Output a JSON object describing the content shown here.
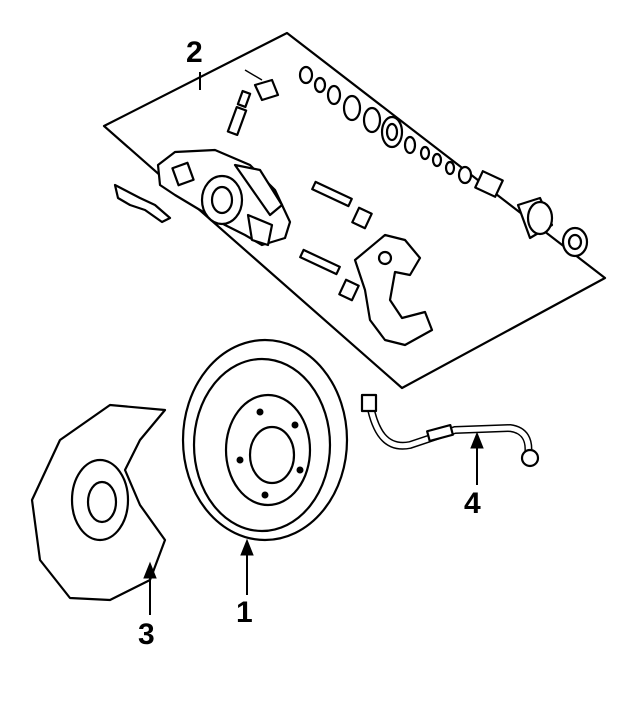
{
  "diagram": {
    "callouts": [
      {
        "id": "1",
        "label": "1"
      },
      {
        "id": "2",
        "label": "2"
      },
      {
        "id": "3",
        "label": "3"
      },
      {
        "id": "4",
        "label": "4"
      }
    ],
    "ink_color": "#000000",
    "background_color": "#ffffff"
  }
}
